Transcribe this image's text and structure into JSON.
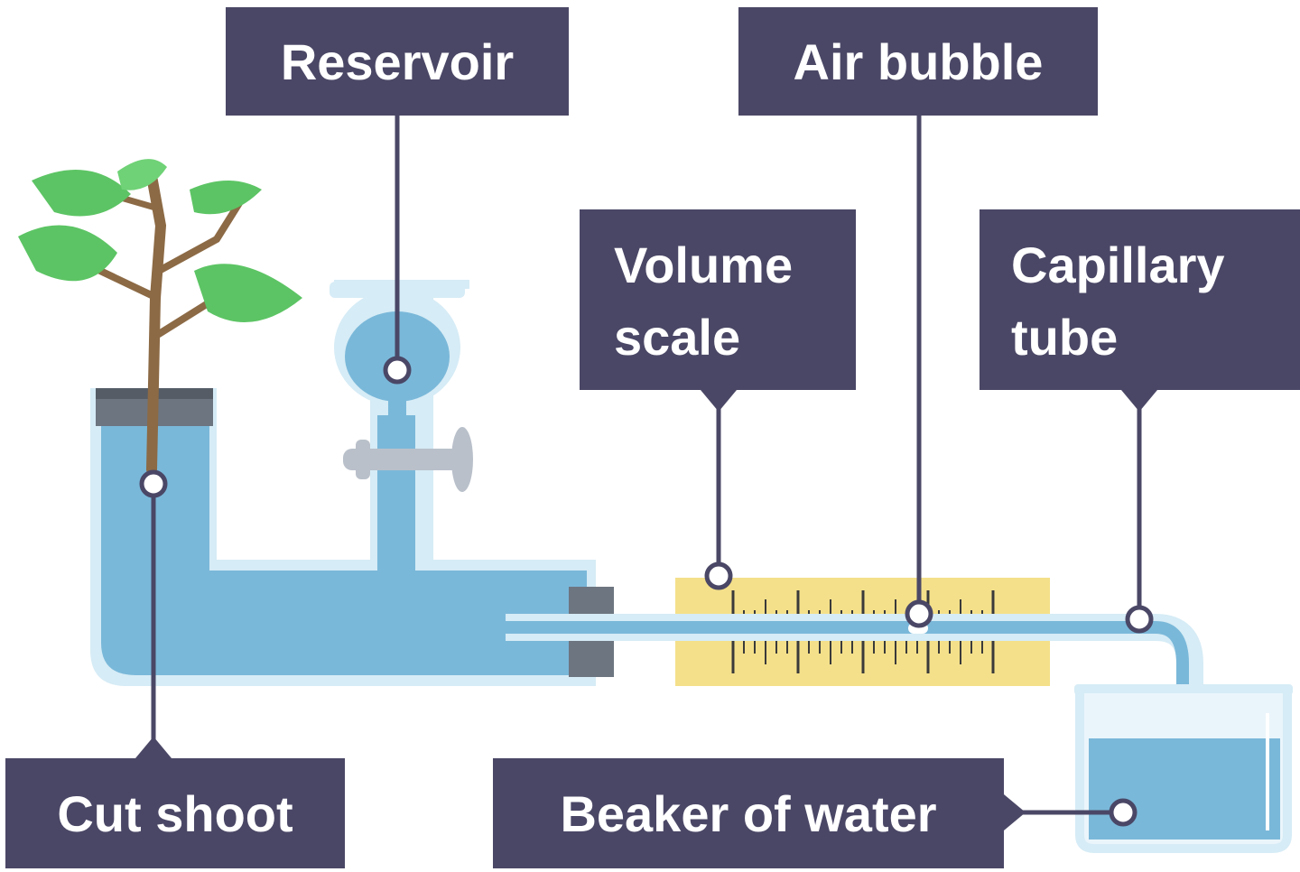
{
  "labels": {
    "reservoir": "Reservoir",
    "air_bubble": "Air bubble",
    "volume_scale": [
      "Volume",
      "scale"
    ],
    "capillary_tube": [
      "Capillary",
      "tube"
    ],
    "cut_shoot": "Cut shoot",
    "beaker_of_water": "Beaker of water"
  },
  "colors": {
    "label_bg": "#4a4766",
    "label_text": "#ffffff",
    "leader_line": "#4a4766",
    "water": "#7ab8d9",
    "glass": "#d6ecf6",
    "scale": "#f4e08a",
    "leaf": "#5cc464",
    "stem": "#8c6a45",
    "stopper": "#6d7580",
    "tap": "#b9c0ca"
  }
}
